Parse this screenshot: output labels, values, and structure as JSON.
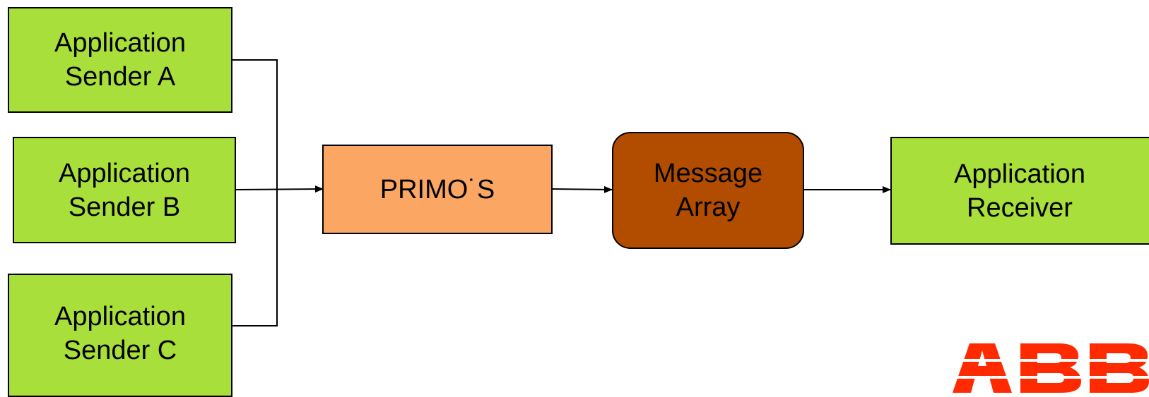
{
  "colors": {
    "sender_fill": "#a9df3a",
    "primos_fill": "#fca664",
    "array_fill": "#b24d00",
    "receiver_fill": "#a9df3a",
    "logo": "#ff2a00",
    "line": "#000000"
  },
  "senders": [
    {
      "line1": "Application",
      "line2": "Sender A"
    },
    {
      "line1": "Application",
      "line2": "Sender B"
    },
    {
      "line1": "Application",
      "line2": "Sender C"
    }
  ],
  "primos": {
    "label": "PRIMO˙S"
  },
  "message_array": {
    "line1": "Message",
    "line2": "Array"
  },
  "receiver": {
    "line1": "Application",
    "line2": "Receiver"
  },
  "logo": {
    "text": "ABB"
  }
}
